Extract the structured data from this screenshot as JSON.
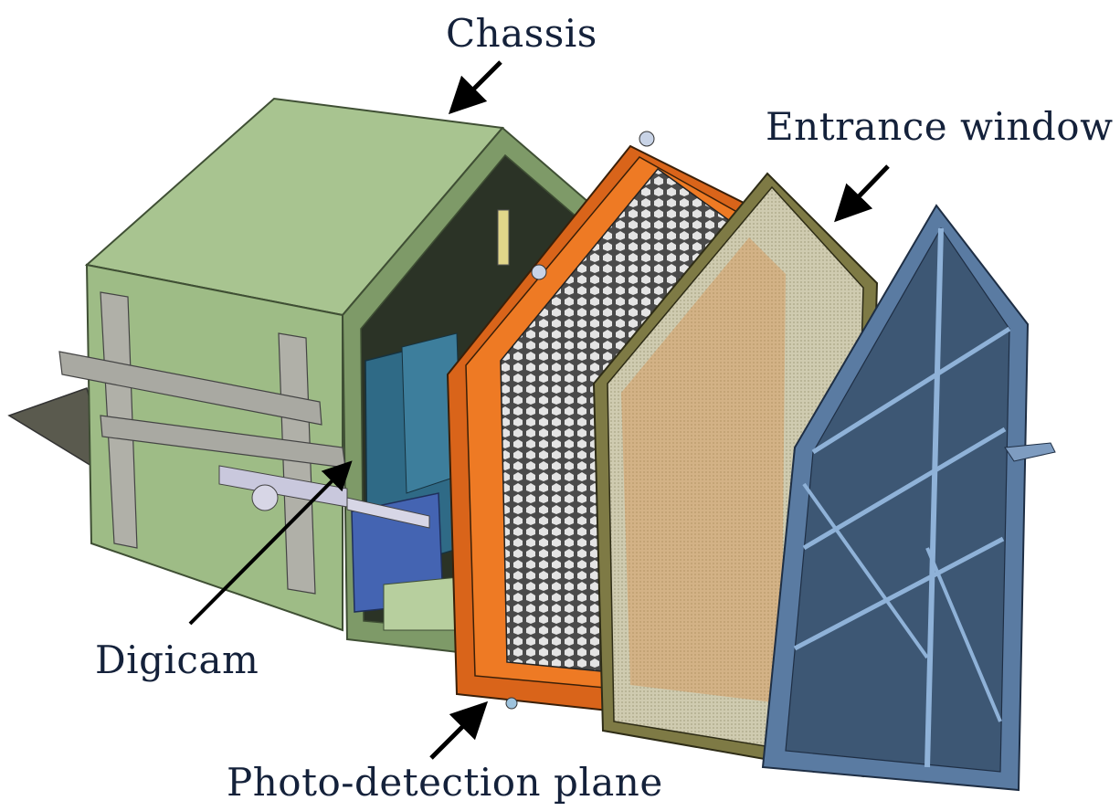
{
  "diagram": {
    "type": "exploded-view CAD illustration",
    "callouts": [
      {
        "id": "chassis",
        "label": "Chassis"
      },
      {
        "id": "entrance-window",
        "label": "Entrance window"
      },
      {
        "id": "digicam",
        "label": "Digicam"
      },
      {
        "id": "photo-detection-plane",
        "label": "Photo-detection plane"
      }
    ],
    "colors": {
      "chassis": "#a3c08a",
      "chassis_dark": "#6f8a5a",
      "chassis_frame": "#4f6a3f",
      "pdp_frame": "#e8731f",
      "pdp_frame_dark": "#b8530f",
      "honeycomb": "#d9d9d9",
      "window_frame": "#8a8650",
      "window_mesh": "#c9c6ab",
      "lid": "#5d7ea6",
      "lid_light": "#8fb2d8",
      "digicam": "#2f6a86",
      "text": "#14213a",
      "arrow": "#000000"
    }
  }
}
